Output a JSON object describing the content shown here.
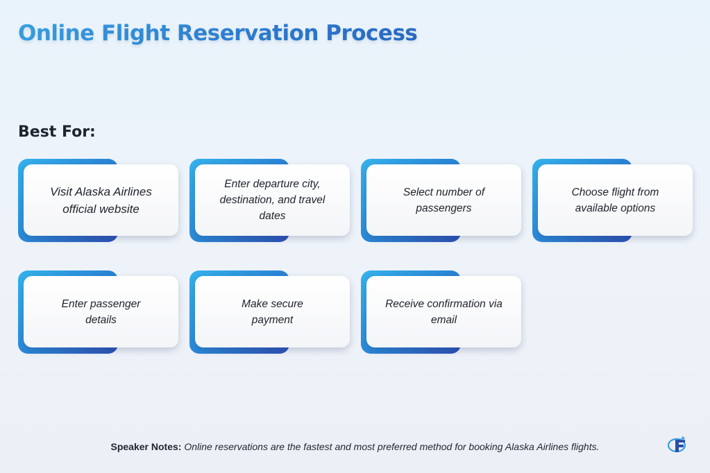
{
  "title": "Online Flight Reservation Process",
  "subheading": "Best For:",
  "steps": [
    {
      "text": "Visit Alaska Airlines official website"
    },
    {
      "text": "Enter departure city, destination, and travel dates"
    },
    {
      "text": "Select number of passengers"
    },
    {
      "text": "Choose flight from available options"
    },
    {
      "text": "Enter passenger details"
    },
    {
      "text": "Make secure payment"
    },
    {
      "text": "Receive confirmation via email"
    }
  ],
  "speaker_notes": {
    "label": "Speaker Notes:",
    "text": "Online reservations are the fastest and most preferred method for booking Alaska Airlines flights."
  },
  "logo": {
    "icon": "brand-logo-icon",
    "letter": "F"
  },
  "colors": {
    "accent_start": "#35b3ec",
    "accent_end": "#2f4fb5",
    "title_gradient": "#3aa4e6"
  }
}
